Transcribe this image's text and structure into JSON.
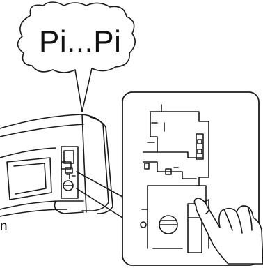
{
  "speech_bubble": {
    "text": "Pi...Pi"
  },
  "side_label": {
    "text": "n"
  },
  "colors": {
    "line": "#1a1a1a",
    "fill": "#ffffff"
  },
  "icons": [
    "speech-bubble-icon",
    "indoor-unit-illustration",
    "control-panel-detail",
    "pointing-hand-icon"
  ]
}
